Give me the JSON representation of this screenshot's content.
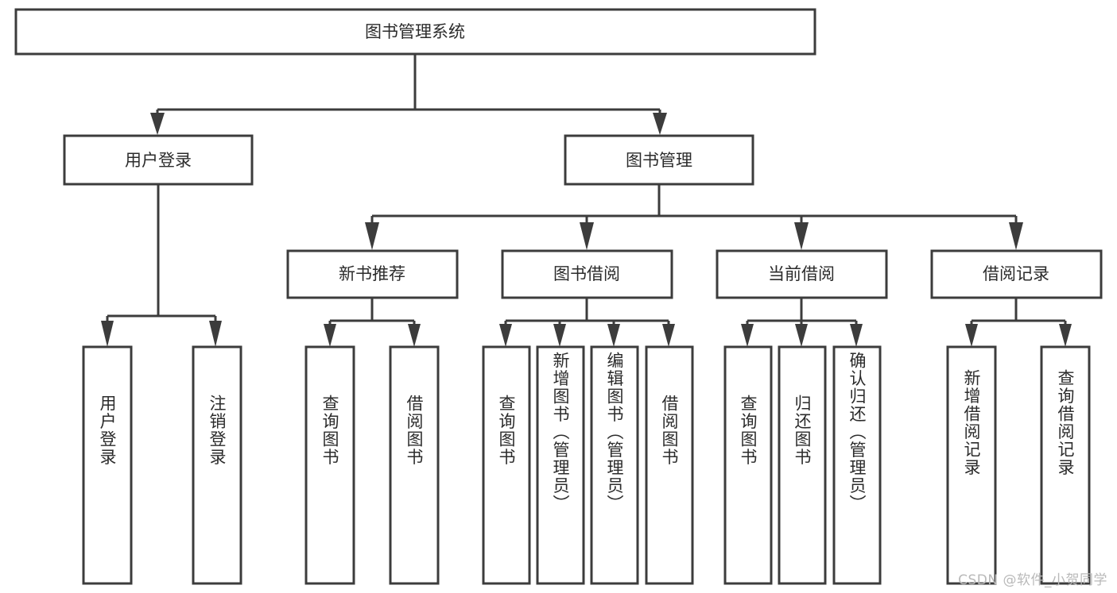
{
  "diagram": {
    "type": "tree",
    "title": "图书管理系统",
    "orientation": "top-down",
    "colors": {
      "box_fill": "#ffffff",
      "box_stroke": "#3c3c3c",
      "text": "#2b2b2b",
      "watermark": "#b9b9b9",
      "background": "#ffffff"
    },
    "root": {
      "label": "图书管理系统"
    },
    "level2": [
      {
        "label": "用户登录"
      },
      {
        "label": "图书管理"
      }
    ],
    "level3": [
      {
        "label": "新书推荐"
      },
      {
        "label": "图书借阅"
      },
      {
        "label": "当前借阅"
      },
      {
        "label": "借阅记录"
      }
    ],
    "leaves": {
      "user_login": [
        {
          "label": "用户登录"
        },
        {
          "label": "注销登录"
        }
      ],
      "new_book_recommend": [
        {
          "label": "查询图书"
        },
        {
          "label": "借阅图书"
        }
      ],
      "book_borrow": [
        {
          "label": "查询图书"
        },
        {
          "label": "新增图书（管理员）"
        },
        {
          "label": "编辑图书（管理员）"
        },
        {
          "label": "借阅图书"
        }
      ],
      "current_borrow": [
        {
          "label": "查询图书"
        },
        {
          "label": "归还图书"
        },
        {
          "label": "确认归还（管理员）"
        }
      ],
      "borrow_record": [
        {
          "label": "新增借阅记录"
        },
        {
          "label": "查询借阅记录"
        }
      ]
    },
    "watermark": "CSDN @软件_小贺同学"
  }
}
